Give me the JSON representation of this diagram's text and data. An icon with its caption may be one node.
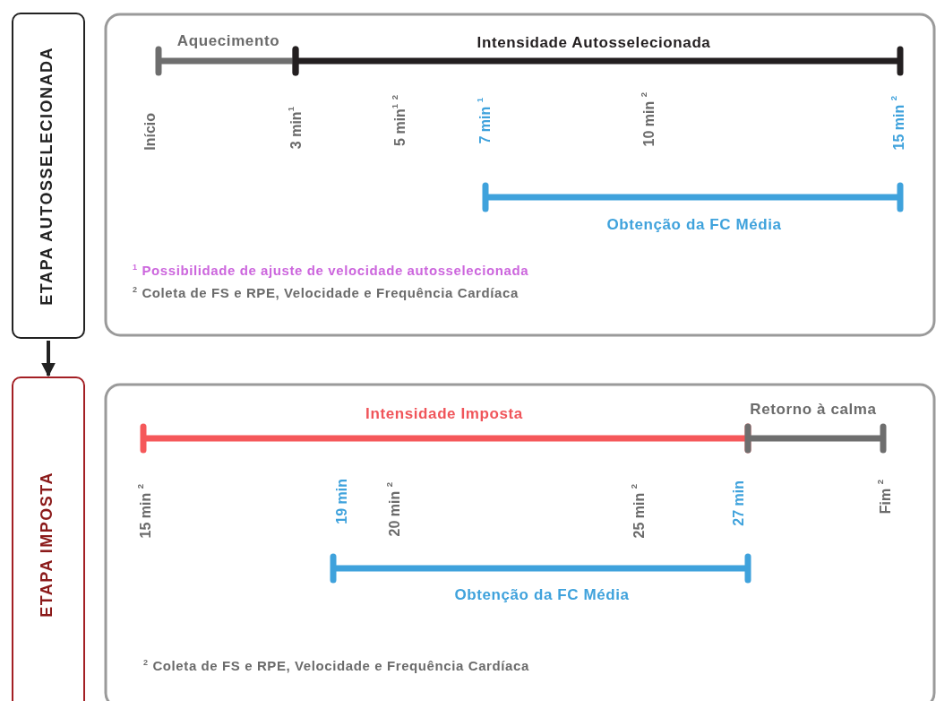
{
  "diagram": {
    "nodes": [
      {
        "text": [
          "ETAPA AUTOSSELECIONADA"
        ]
      },
      {
        "text": [
          "ETAPA IMPOSTA"
        ]
      }
    ],
    "edges": [
      {
        "from": 0,
        "to": 1,
        "arrow": "to"
      }
    ],
    "labels": [
      "Aquecimento",
      "Intensidade Autosselecionada",
      "Início",
      "3 min$^{1}$",
      "5 min$^{1}$ $^{2}$",
      "7 min $^{1}$",
      "10 min $^{2}$",
      "15 min $^{2}$",
      "Obtenção da FC Média",
      "$^{1}$ Possibilidade de ajuste de velocidade autosselecionada",
      "$^{2}$ Coleta de FS e RPE, Velocidade e Frequência Cardíaca",
      "Intensidade Imposta",
      "Retorno à calma",
      "15 min $^{2}$",
      "19 min",
      "20 min $^{2}$",
      "25 min $^{2}$",
      "27 min",
      "Fim $^{2}$",
      "Obtenção da FC Média",
      "$^{2}$ Coleta de FS e RPE, Velocidade e Frequência Cardíaca"
    ]
  }
}
